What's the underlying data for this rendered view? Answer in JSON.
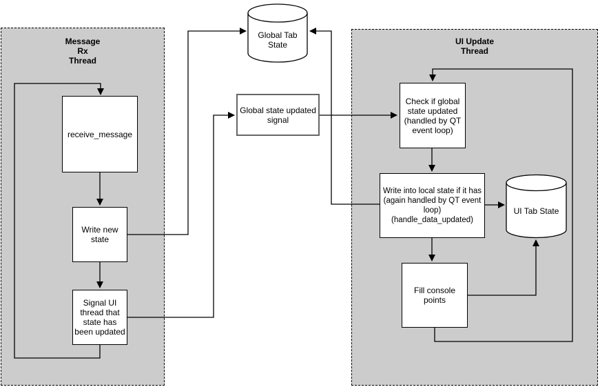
{
  "threads": {
    "message_rx": {
      "title": "Message\nRx\nThread"
    },
    "ui_update": {
      "title": "UI Update\nThread"
    }
  },
  "stores": {
    "global_tab_state": {
      "label": "Global Tab\nState"
    },
    "ui_tab_state": {
      "label": "UI Tab State"
    }
  },
  "nodes": {
    "receive_message": {
      "label": "receive_message"
    },
    "write_new_state": {
      "label": "Write new\nstate"
    },
    "signal_ui_thread": {
      "label": "Signal UI\nthread that\nstate has\nbeen updated"
    },
    "global_state_updated_signal": {
      "label": "Global state updated\nsignal"
    },
    "check_global_state": {
      "label": "Check if global\nstate updated\n(handled by QT\nevent loop)"
    },
    "write_local_state": {
      "label": "Write into local state if it has\n(again handled by QT event\nloop)\n(handle_data_updated)"
    },
    "fill_console_points": {
      "label": "Fill console\npoints"
    }
  },
  "colors": {
    "container_fill": "#cccccc",
    "container_border": "#000000",
    "node_fill": "#ffffff",
    "node_border": "#000000",
    "signal_node_border": "#666666",
    "connector": "#000000"
  }
}
